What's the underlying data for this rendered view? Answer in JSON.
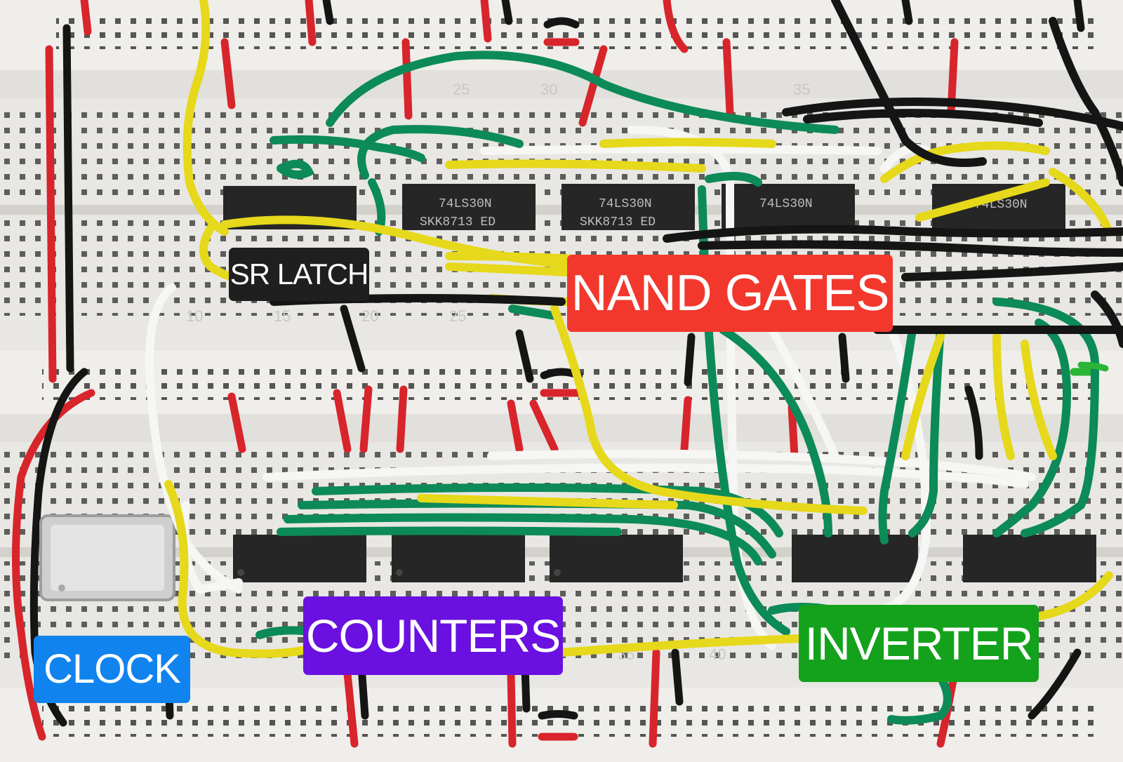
{
  "labels": {
    "sr_latch": {
      "text": "SR LATCH",
      "color": "#1f1f1f"
    },
    "nand_gates": {
      "text": "NAND GATES",
      "color": "#f2382c"
    },
    "counters": {
      "text": "COUNTERS",
      "color": "#6a10e0"
    },
    "clock": {
      "text": "CLOCK",
      "color": "#1183ee"
    },
    "inverter": {
      "text": "INVERTER",
      "color": "#14a21c"
    }
  },
  "chips": {
    "nand_chip_markings": [
      "74LS30N",
      "SKK8713 ED"
    ]
  },
  "column_numbers": [
    "10",
    "15",
    "20",
    "25",
    "30",
    "35",
    "40"
  ],
  "colors": {
    "breadboard": "#ecebe8",
    "chip": "#262626",
    "wire_red": "#d8242b",
    "wire_black": "#151515",
    "wire_green": "#0c8a58",
    "wire_yellow": "#e6d81a",
    "wire_white": "#f4f4f2"
  }
}
